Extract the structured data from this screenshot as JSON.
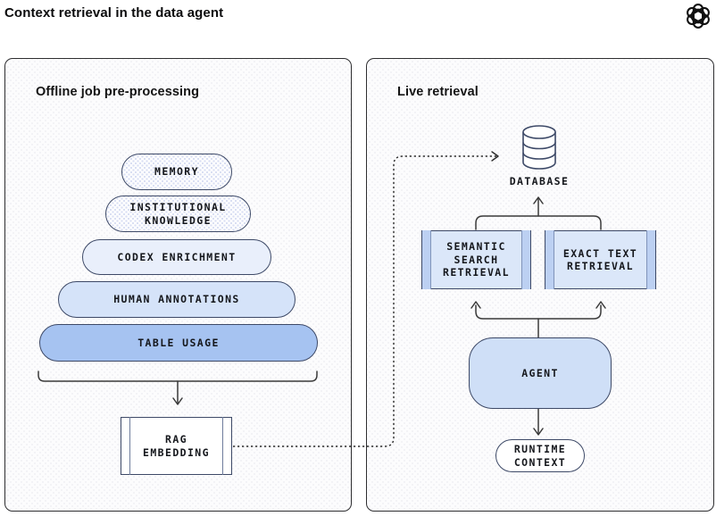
{
  "title": "Context retrieval in the data agent",
  "logo": {
    "name": "OpenAI"
  },
  "colors": {
    "panel_border": "#2e2e30",
    "node_border": "#3d4967",
    "arrow": "#3a3a3a",
    "dotted_connector": "#2b2b2b",
    "fill_dotted_dots": "#d9dff3",
    "fill_codex": "#e9effb",
    "fill_human": "#d5e3f9",
    "fill_table": "#a6c3f1",
    "fill_process": "#dbe7f9",
    "fill_process_strip": "#bcd0f2",
    "fill_agent": "#cfdff7"
  },
  "offline_panel": {
    "title": "Offline job pre-processing",
    "pyramid": [
      {
        "label": "MEMORY"
      },
      {
        "label": "INSTITUTIONAL\nKNOWLEDGE"
      },
      {
        "label": "CODEX ENRICHMENT"
      },
      {
        "label": "HUMAN ANNOTATIONS"
      },
      {
        "label": "TABLE USAGE"
      }
    ],
    "rag_box": {
      "label": "RAG\nEMBEDDING"
    }
  },
  "live_panel": {
    "title": "Live retrieval",
    "database_label": "DATABASE",
    "semantic_box": {
      "label": "SEMANTIC\nSEARCH\nRETRIEVAL"
    },
    "exact_box": {
      "label": "EXACT TEXT\nRETRIEVAL"
    },
    "agent_box": {
      "label": "AGENT"
    },
    "runtime_box": {
      "label": "RUNTIME\nCONTEXT"
    }
  }
}
